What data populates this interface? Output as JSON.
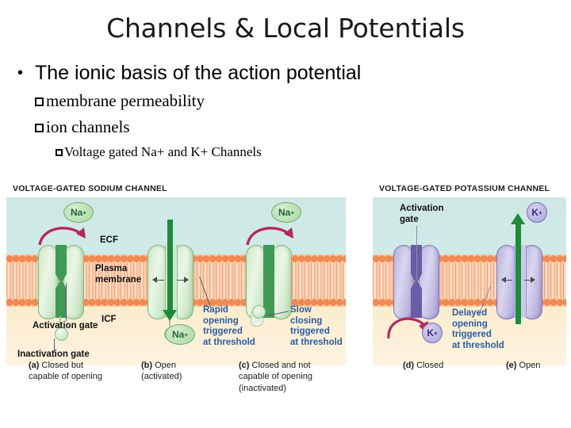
{
  "slide": {
    "title": "Channels & Local Potentials",
    "bullets": {
      "level1": "The ionic basis of the action potential",
      "level2_a": "membrane permeability",
      "level2_b": "ion channels",
      "level3": "Voltage gated Na+ and K+ Channels"
    }
  },
  "figure": {
    "sodium_panel": {
      "heading": "VOLTAGE-GATED SODIUM CHANNEL",
      "region_labels": {
        "ecf": "ECF",
        "membrane_line1": "Plasma",
        "membrane_line2": "membrane",
        "icf": "ICF"
      },
      "gate_labels": {
        "activation": "Activation gate",
        "inactivation": "Inactivation gate"
      },
      "ion_label": "Na",
      "ion_charge": "+",
      "annotations": {
        "rapid": "Rapid\nopening\ntriggered\nat threshold",
        "rapid_lines": [
          "Rapid",
          "opening",
          "triggered",
          "at threshold"
        ],
        "slow_lines": [
          "Slow",
          "closing",
          "triggered",
          "at threshold"
        ]
      },
      "captions": [
        {
          "tag": "(a)",
          "lines": [
            "Closed but",
            "capable of opening"
          ]
        },
        {
          "tag": "(b)",
          "lines": [
            "Open",
            "(activated)"
          ]
        },
        {
          "tag": "(c)",
          "lines": [
            "Closed and not",
            "capable of opening",
            "(inactivated)"
          ]
        }
      ]
    },
    "potassium_panel": {
      "heading": "VOLTAGE-GATED POTASSIUM CHANNEL",
      "gate_labels": {
        "activation_line1": "Activation",
        "activation_line2": "gate"
      },
      "ion_label": "K",
      "ion_charge": "+",
      "annotations": {
        "delayed_lines": [
          "Delayed",
          "opening",
          "triggered",
          "at threshold"
        ]
      },
      "captions": [
        {
          "tag": "(d)",
          "lines": [
            "Closed"
          ]
        },
        {
          "tag": "(e)",
          "lines": [
            "Open"
          ]
        }
      ]
    }
  },
  "colors": {
    "ecf": "#cfe8e6",
    "membrane": "#f7c9a4",
    "icf": "#fbeccd",
    "sodium_green": "#3f9a54",
    "potassium_purple": "#6a5caa",
    "annotation_blue": "#2b5ca8",
    "ion_arrow_red": "#b5285a",
    "flow_arrow_green": "#1f8a3c"
  }
}
